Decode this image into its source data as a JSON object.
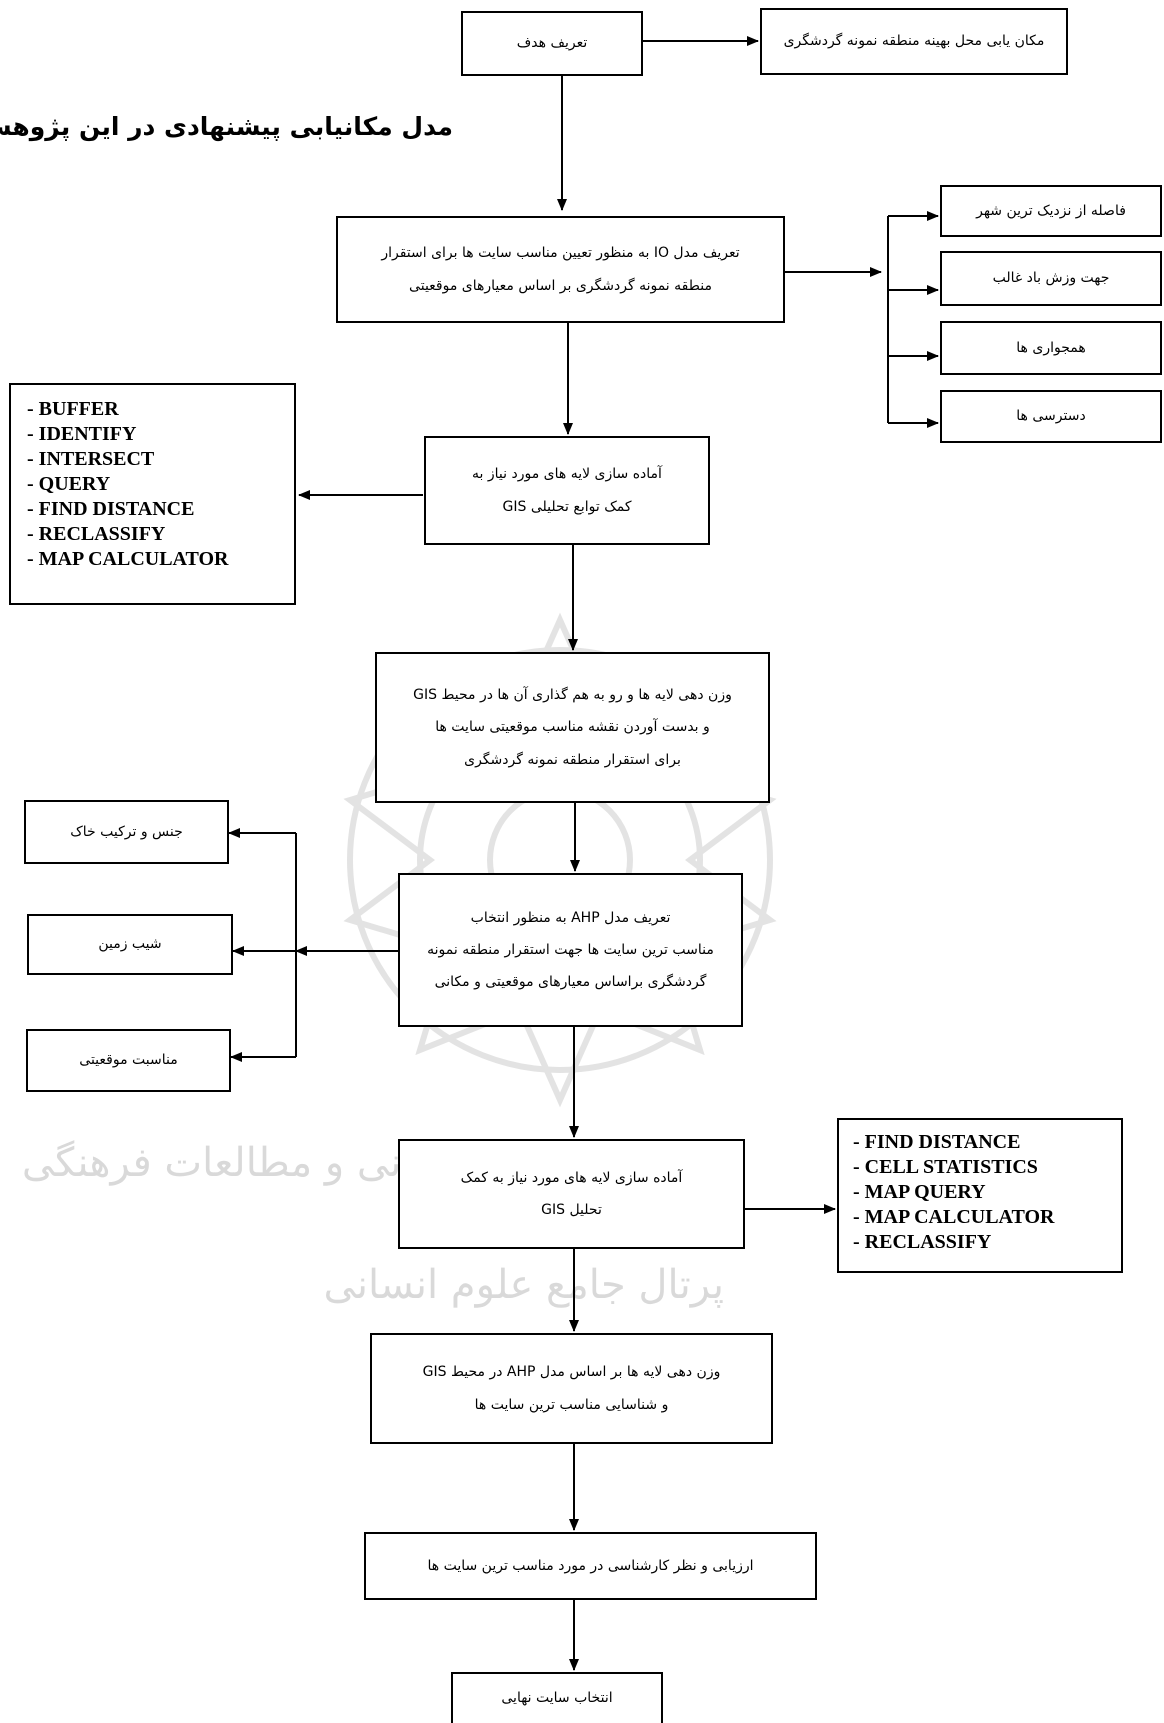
{
  "title": "مدل مکانیابی پیشنهادی در این پژوهش",
  "boxes": {
    "goal": "تعریف هدف",
    "goal_result": "مکان یابی محل بهینه منطقه نمونه گردشگری",
    "io_model": [
      "تعریف مدل IO به منظور تعیین مناسب سایت ها برای استقرار",
      "منطقه نمونه گردشگری بر اساس معیارهای موقعیتی"
    ],
    "criteria": [
      "فاصله از نزدیک ترین شهر",
      "جهت وزش باد غالب",
      "همجواری ها",
      "دسترسی ها"
    ],
    "prep_layers": [
      "آماده سازی لایه های مورد نیاز به",
      "کمک توابع تحلیلی GIS"
    ],
    "gis_functions": [
      "- BUFFER",
      "- IDENTIFY",
      "- INTERSECT",
      "- QUERY",
      "- FIND DISTANCE",
      "- RECLASSIFY",
      "- MAP CALCULATOR"
    ],
    "weighting": [
      "وزن دهی لایه ها و رو به هم گذاری آن ها در محیط GIS",
      "و بدست آوردن نقشه مناسب موقعیتی سایت ها",
      "برای استقرار منطقه نمونه گردشگری"
    ],
    "ahp_model": [
      "تعریف مدل AHP به منظور انتخاب",
      "مناسب ترین سایت ها جهت استقرار منطقه نمونه",
      "گردشگری براساس معیارهای موقعیتی و مکانی"
    ],
    "ahp_criteria": [
      "جنس و ترکیب خاک",
      "شیب زمین",
      "مناسبت موقعیتی"
    ],
    "prep_layers2": [
      "آماده سازی لایه های مورد نیاز به کمک",
      "تحلیل GIS"
    ],
    "gis_functions2": [
      "- FIND DISTANCE",
      "- CELL STATISTICS",
      "- MAP QUERY",
      "- MAP CALCULATOR",
      "- RECLASSIFY"
    ],
    "ahp_weighting": [
      "وزن دهی لایه ها بر اساس مدل AHP در محیط GIS",
      "و شناسایی مناسب ترین سایت ها"
    ],
    "evaluation": "ارزیابی و نظر کارشناسی در مورد مناسب ترین سایت ها",
    "final": "انتخاب سایت نهایی"
  },
  "watermark": "پژوهشگاه علوم انسانی و مطالعات فرهنگی",
  "watermark2": "پرتال جامع علوم انسانی",
  "colors": {
    "stroke": "#000000",
    "watermark": "#d9d9d9"
  }
}
